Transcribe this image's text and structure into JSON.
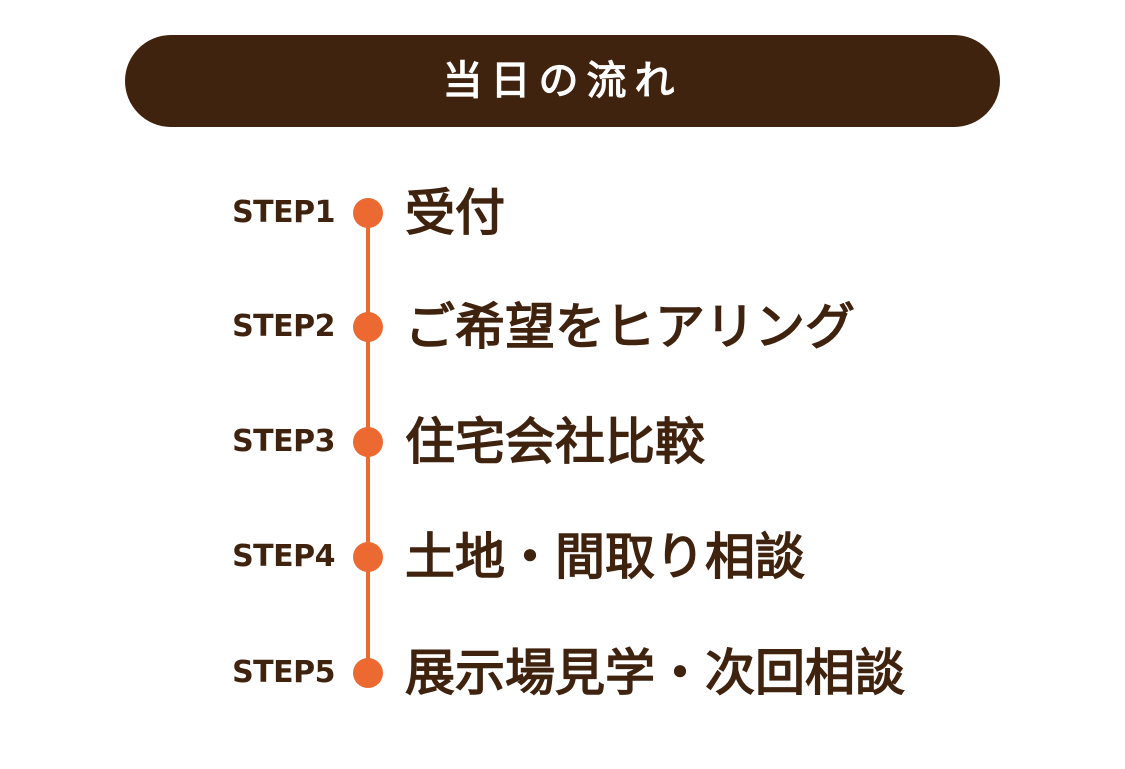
{
  "header": {
    "title": "当日の流れ"
  },
  "steps": [
    {
      "label": "STEP1",
      "text": "受付"
    },
    {
      "label": "STEP2",
      "text": "ご希望をヒアリング"
    },
    {
      "label": "STEP3",
      "text": "住宅会社比較"
    },
    {
      "label": "STEP4",
      "text": "土地・間取り相談"
    },
    {
      "label": "STEP5",
      "text": "展示場見学・次回相談"
    }
  ],
  "colors": {
    "brand_brown": "#40230f",
    "accent_orange": "#ec6a32",
    "background": "#ffffff"
  }
}
